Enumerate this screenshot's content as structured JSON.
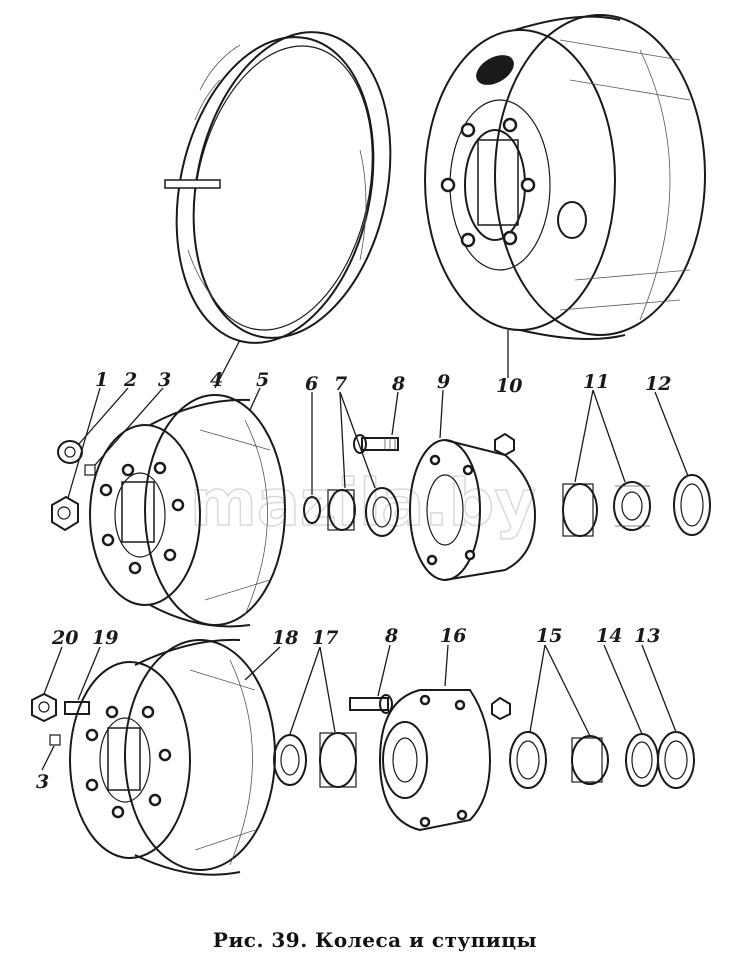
{
  "figure": {
    "caption": "Рис. 39. Колеса и ступицы",
    "watermark": "mazila.by"
  },
  "callouts": [
    "1",
    "2",
    "3",
    "4",
    "5",
    "6",
    "7",
    "8",
    "9",
    "10",
    "11",
    "12",
    "20",
    "19",
    "18",
    "17",
    "8",
    "16",
    "15",
    "14",
    "13",
    "3"
  ]
}
